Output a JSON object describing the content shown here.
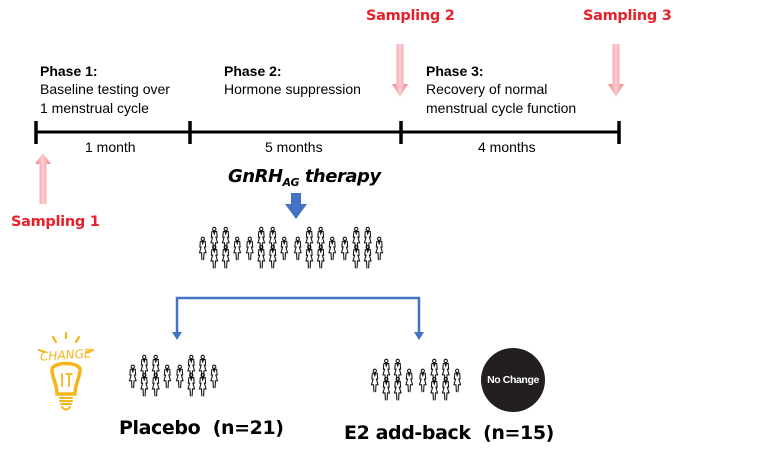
{
  "timeline": {
    "phases": [
      {
        "title": "Phase 1:",
        "desc_lines": [
          "Baseline testing over",
          "1 menstrual cycle"
        ],
        "duration": "1 month"
      },
      {
        "title": "Phase 2:",
        "desc_lines": [
          "Hormone suppression"
        ],
        "duration": "5 months"
      },
      {
        "title": "Phase 3:",
        "desc_lines": [
          "Recovery of normal",
          "menstrual cycle function"
        ],
        "duration": "4 months"
      }
    ],
    "sampling": [
      {
        "label": "Sampling 1",
        "direction": "up"
      },
      {
        "label": "Sampling 2",
        "direction": "down"
      },
      {
        "label": "Sampling 3",
        "direction": "down"
      }
    ],
    "colors": {
      "sampling_text": "#e8202a",
      "sampling_arrow": "#f8a3a8",
      "flow_arrow": "#4472c4"
    }
  },
  "therapy": {
    "main": "GnRH",
    "sub": "AG",
    "suffix": " therapy"
  },
  "groups": [
    {
      "name": "Placebo",
      "n_label": "(n=21)",
      "icon": "change-it-lightbulb-icon",
      "icon_text_top": "CHANGE",
      "icon_text_bulb": "IT"
    },
    {
      "name": "E2 add-back",
      "n_label": "(n=15)",
      "badge": "No Change"
    }
  ]
}
